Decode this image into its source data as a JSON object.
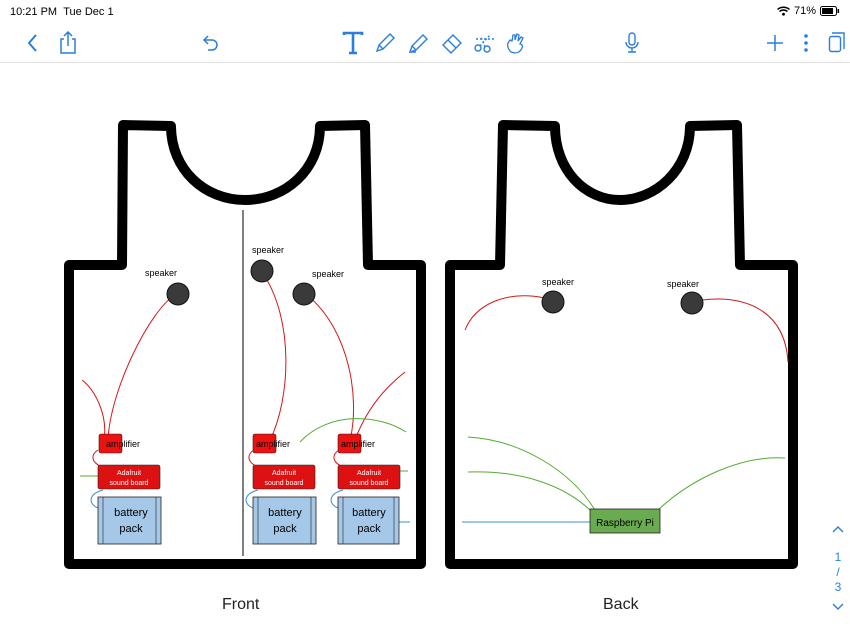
{
  "status": {
    "time": "10:21 PM",
    "date": "Tue Dec 1",
    "battery": "71%",
    "wifi_icon": "wifi-icon",
    "battery_icon": "battery-icon"
  },
  "toolbar": {
    "accent_color": "#2a7de1",
    "left_icons": [
      "back-chevron-icon",
      "share-icon",
      "undo-icon"
    ],
    "tools": [
      "text-tool-icon",
      "pen-icon",
      "highlighter-icon",
      "eraser-icon",
      "lasso-scissors-icon",
      "hand-icon"
    ],
    "center_icon": "microphone-icon",
    "right_icons": [
      "add-icon",
      "more-icon",
      "pages-icon"
    ]
  },
  "drawing": {
    "front": {
      "caption": "Front",
      "labels": {
        "speaker": "speaker",
        "amplifier": "amplifier",
        "sound_board_line1": "Adafruit",
        "sound_board_line2": "sound board",
        "battery_line1": "battery",
        "battery_line2": "pack"
      }
    },
    "back": {
      "caption": "Back",
      "labels": {
        "speaker": "speaker",
        "raspberry_pi": "Raspberry Pi"
      }
    },
    "colors": {
      "shirt_outline": "#000000",
      "speaker": "#3a3a3a",
      "amplifier": "#ee1111",
      "sound_board": "#dd1111",
      "battery": "#a6c8e8",
      "raspberry_pi": "#6aaa50",
      "red_wire": "#d41818",
      "green_wire": "#55aa33",
      "blue_wire": "#3a8fd0"
    }
  },
  "pager": {
    "current": "1",
    "separator": "/",
    "total": "3",
    "up_icon": "chevron-up-icon",
    "down_icon": "chevron-down-icon"
  }
}
